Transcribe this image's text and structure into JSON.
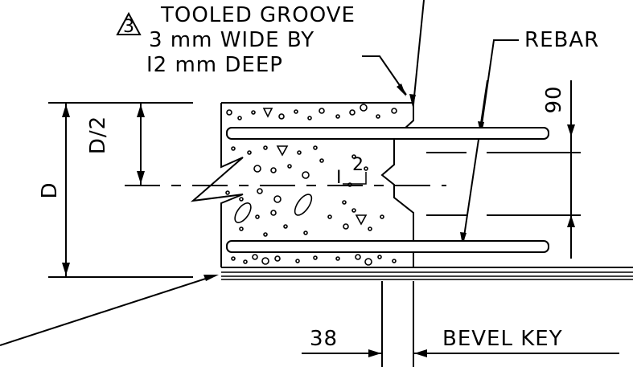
{
  "drawing": {
    "note_number": "3",
    "note_lines": [
      "TOOLED GROOVE",
      "3 mm  WIDE BY",
      "I2  mm  DEEP"
    ],
    "rebar_label": "REBAR",
    "dim_top": "90",
    "dim_half_depth": "D/2",
    "dim_depth": "D",
    "dim_key_width": "38",
    "bevel_key_label": "BEVEL KEY",
    "slope_rise": "2",
    "slope_run": "I"
  }
}
